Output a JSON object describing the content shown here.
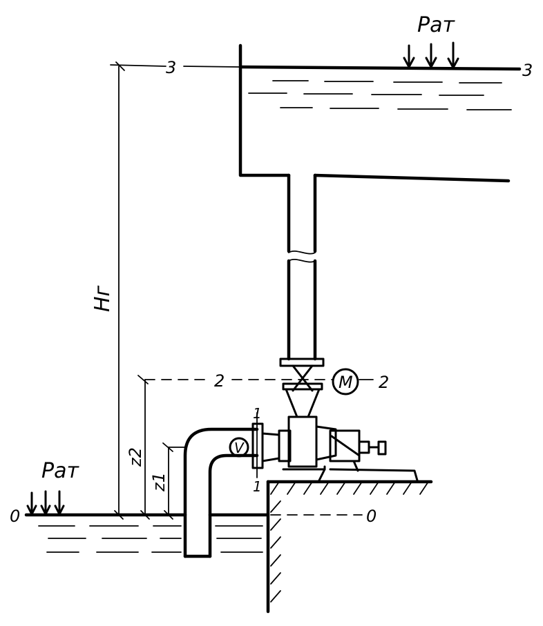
{
  "labels": {
    "p_atm_top": "Pат",
    "p_atm_left": "Pат",
    "level_3_left": "3",
    "level_3_right": "3",
    "level_2_left": "2",
    "level_2_right": "2",
    "level_0_left": "0",
    "level_0_right": "0",
    "section_1_top": "1",
    "section_1_bottom": "1",
    "h_g": "Hг",
    "z2": "z2",
    "z1": "z1",
    "motor": "M",
    "vacuum_gauge": "V"
  }
}
